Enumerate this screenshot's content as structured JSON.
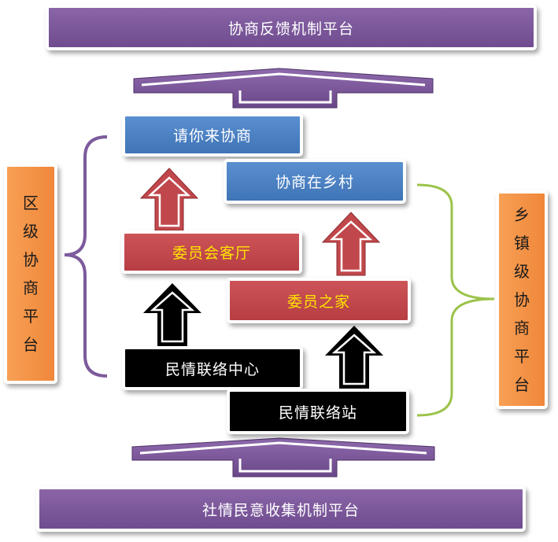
{
  "top_platform": "协商反馈机制平台",
  "bottom_platform": "社情民意收集机制平台",
  "left_platform": "区级协商平台",
  "right_platform": "乡镇级协商平台",
  "nodes": {
    "qing_ni_lai_xie_shang": "请你来协商",
    "xie_shang_zai_xiang_cun": "协商在乡村",
    "wei_yuan_hui_ke_ting": "委员会客厅",
    "wei_yuan_zhi_jia": "委员之家",
    "min_qing_lian_luo_zhong_xin": "民情联络中心",
    "min_qing_lian_luo_zhan": "民情联络站"
  },
  "colors": {
    "purple": "#7d5a9c",
    "blue": "#4a7fc1",
    "red": "#c0474b",
    "yellow_text": "#ffe600",
    "orange": "#f39447",
    "green_brace": "#9bc34a"
  }
}
